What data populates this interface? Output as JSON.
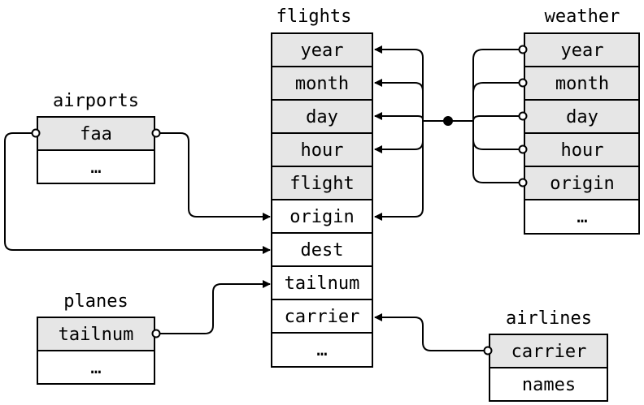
{
  "tables": [
    {
      "id": "flights",
      "title": "flights",
      "fields": [
        {
          "label": "year",
          "key": true
        },
        {
          "label": "month",
          "key": true
        },
        {
          "label": "day",
          "key": true
        },
        {
          "label": "hour",
          "key": true
        },
        {
          "label": "flight",
          "key": true
        },
        {
          "label": "origin",
          "key": false
        },
        {
          "label": "dest",
          "key": false
        },
        {
          "label": "tailnum",
          "key": false
        },
        {
          "label": "carrier",
          "key": false
        },
        {
          "label": "…",
          "key": false
        }
      ]
    },
    {
      "id": "weather",
      "title": "weather",
      "fields": [
        {
          "label": "year",
          "key": true
        },
        {
          "label": "month",
          "key": true
        },
        {
          "label": "day",
          "key": true
        },
        {
          "label": "hour",
          "key": true
        },
        {
          "label": "origin",
          "key": true
        },
        {
          "label": "…",
          "key": false
        }
      ]
    },
    {
      "id": "airports",
      "title": "airports",
      "fields": [
        {
          "label": "faa",
          "key": true
        },
        {
          "label": "…",
          "key": false
        }
      ]
    },
    {
      "id": "planes",
      "title": "planes",
      "fields": [
        {
          "label": "tailnum",
          "key": true
        },
        {
          "label": "…",
          "key": false
        }
      ]
    },
    {
      "id": "airlines",
      "title": "airlines",
      "fields": [
        {
          "label": "carrier",
          "key": true
        },
        {
          "label": "names",
          "key": false
        }
      ]
    }
  ],
  "relations": [
    {
      "from": "airports.faa",
      "to": "flights.origin"
    },
    {
      "from": "airports.faa",
      "to": "flights.dest"
    },
    {
      "from": "planes.tailnum",
      "to": "flights.tailnum"
    },
    {
      "from": "airlines.carrier",
      "to": "flights.carrier"
    },
    {
      "from": "weather.year",
      "to": "flights.year"
    },
    {
      "from": "weather.month",
      "to": "flights.month"
    },
    {
      "from": "weather.day",
      "to": "flights.day"
    },
    {
      "from": "weather.hour",
      "to": "flights.hour"
    },
    {
      "from": "weather.origin",
      "to": "flights.origin"
    }
  ],
  "colors": {
    "key_fill": "#e6e6e6",
    "plain_fill": "#ffffff",
    "stroke": "#000000"
  }
}
